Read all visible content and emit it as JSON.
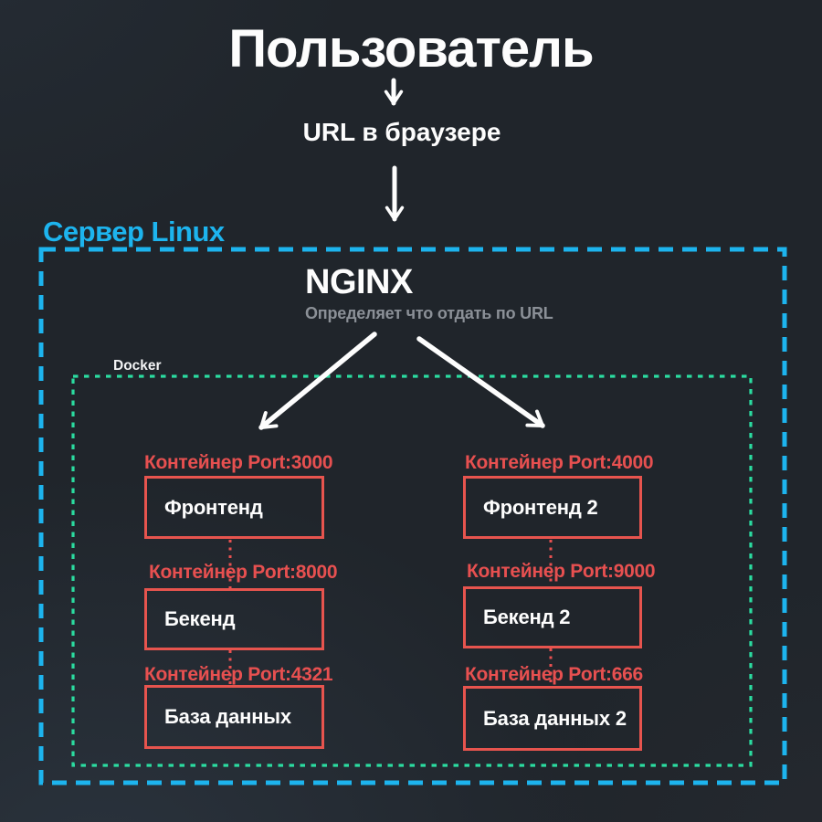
{
  "title": "Пользователь",
  "flow": {
    "url_label": "URL в браузере"
  },
  "arrows": [
    {
      "name": "user-to-url",
      "direction": "down"
    },
    {
      "name": "url-to-server",
      "direction": "down"
    },
    {
      "name": "nginx-to-left-stack",
      "direction": "down-left"
    },
    {
      "name": "nginx-to-right-stack",
      "direction": "down-right"
    }
  ],
  "server": {
    "label": "Сервер Linux",
    "nginx": {
      "title": "NGINX",
      "subtitle": "Определяет что отдать по URL"
    },
    "docker": {
      "label": "Docker",
      "columns": [
        {
          "containers": [
            {
              "port_label": "Контейнер Port:3000",
              "name": "Фронтенд"
            },
            {
              "port_label": "Контейнер Port:8000",
              "name": "Бекенд"
            },
            {
              "port_label": "Контейнер Port:4321",
              "name": "База данных"
            }
          ]
        },
        {
          "containers": [
            {
              "port_label": "Контейнер Port:4000",
              "name": "Фронтенд 2"
            },
            {
              "port_label": "Контейнер Port:9000",
              "name": "Бекенд 2"
            },
            {
              "port_label": "Контейнер Port:666",
              "name": "База данных 2"
            }
          ]
        }
      ]
    }
  },
  "colors": {
    "background": "#20252b",
    "text": "#fdfdfd",
    "server_border_cyan": "#1db4ee",
    "docker_border_green": "#2bdca0",
    "container_red": "#e75050",
    "nginx_subtitle_gray": "#8b9097"
  }
}
